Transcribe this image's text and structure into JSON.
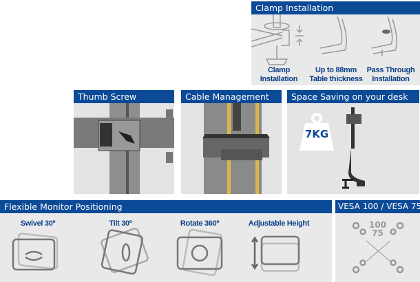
{
  "clamp": {
    "title": "Clamp Installation",
    "items": [
      {
        "line1": "Clamp",
        "line2": "Installation"
      },
      {
        "line1": "Up to 88mm",
        "line2": "Table thickness"
      },
      {
        "line1": "Pass Through",
        "line2": "Installation"
      }
    ]
  },
  "thumb": {
    "title": "Thumb Screw"
  },
  "cable": {
    "title": "Cable Management"
  },
  "space": {
    "title": "Space Saving on your desk",
    "weight": "7KG"
  },
  "flex": {
    "title": "Flexible Monitor Positioning",
    "items": [
      "Swivel 30º",
      "Tilt 30º",
      "Rotate 360º",
      "Adjustable Height"
    ]
  },
  "vesa": {
    "title": "VESA 100 / VESA 75",
    "outer": "100",
    "inner": "75"
  },
  "colors": {
    "brand": "#0b4a97",
    "panel": "#e9e9ea"
  }
}
